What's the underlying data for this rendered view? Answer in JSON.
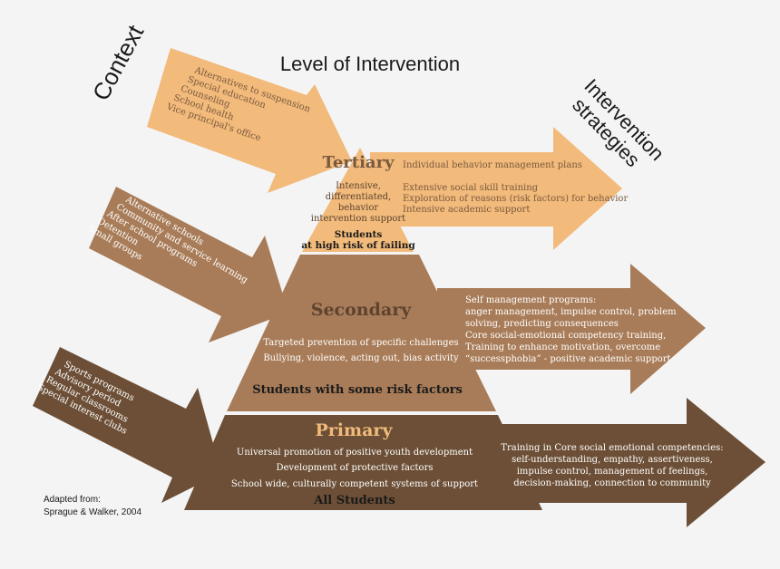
{
  "title": "Level of Intervention",
  "context_label": "Context",
  "strategies_label": [
    "Intervention",
    "strategies"
  ],
  "source_note": [
    "Adapted from:",
    "Sprague & Walker, 2004"
  ],
  "colors": {
    "tertiary": "#f2ba7b",
    "secondary": "#a87c58",
    "primary": "#6c4f36",
    "background": "#f4f4f4"
  },
  "tiers": {
    "tertiary": {
      "name": "Tertiary",
      "desc": [
        "Intensive,",
        "differentiated,",
        "behavior",
        "intervention support"
      ],
      "target": [
        "Students",
        "at high risk of failing"
      ],
      "context_items": [
        "Alternatives to suspension",
        "Special education",
        "Counseling",
        "School health",
        "Vice principal's office"
      ],
      "strategies": [
        "Individual behavior management plans",
        "",
        "Extensive social skill training",
        "Exploration of reasons (risk factors) for behavior",
        "Intensive academic support"
      ]
    },
    "secondary": {
      "name": "Secondary",
      "desc": [
        "Targeted prevention of specific challenges",
        "Bullying, violence, acting out, bias activity"
      ],
      "target": "Students with some risk factors",
      "context_items": [
        "Alternative schools",
        "Community and service learning",
        "After school programs",
        "Detention",
        "Small groups"
      ],
      "strategies": [
        "Self management programs:",
        "anger management,  impulse control, problem",
        "solving, predicting consequences",
        "Core social-emotional competency training,",
        "Training to enhance motivation, overcome",
        "“successphobia” - positive academic support"
      ]
    },
    "primary": {
      "name": "Primary",
      "desc": [
        "Universal promotion of positive youth development",
        "Development of protective factors",
        "School wide, culturally competent systems of support"
      ],
      "target": "All Students",
      "context_items": [
        "Sports programs",
        "Advisory period",
        "Regular classrooms",
        "Special interest clubs"
      ],
      "strategies": [
        "Training in Core social emotional competencies:",
        "self-understanding, empathy, assertiveness,",
        "impulse control, management of feelings,",
        "decision-making,  connection to community"
      ]
    }
  }
}
